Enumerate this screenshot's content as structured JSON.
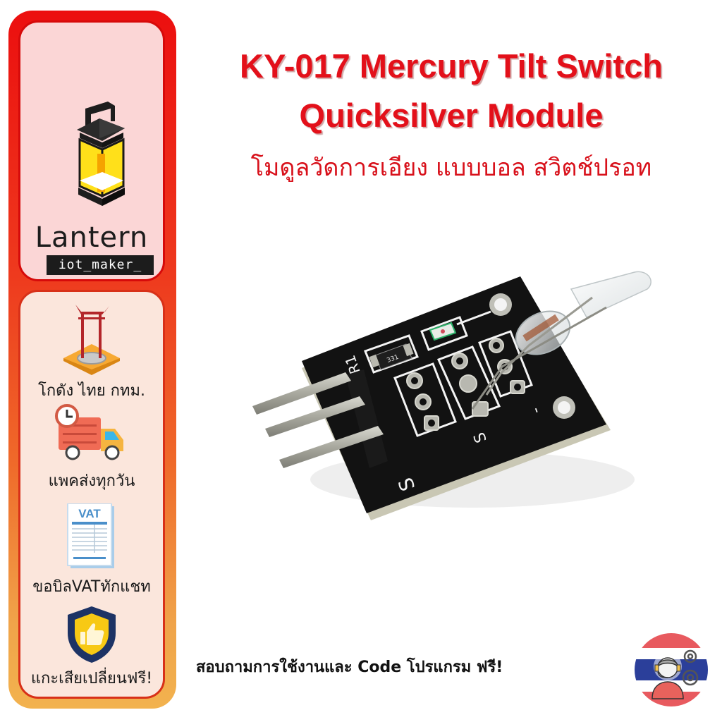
{
  "brand": {
    "name": "Lantern",
    "tagline": "iot_maker_"
  },
  "features": [
    {
      "icon": "giant-swing-warehouse-icon",
      "label": "โกดัง ไทย กทม."
    },
    {
      "icon": "delivery-truck-clock-icon",
      "label": "แพคส่งทุกวัน"
    },
    {
      "icon": "vat-invoice-icon",
      "label": "ขอบิลVATทักแชท"
    },
    {
      "icon": "shield-thumbs-up-icon",
      "label": "แกะเสียเปลี่ยนฟรี!"
    }
  ],
  "product": {
    "title_line1": "KY-017 Mercury Tilt Switch",
    "title_line2": "Quicksilver Module",
    "subtitle_th": "โมดูลวัดการเอียง แบบบอล สวิตช์ปรอท",
    "board_labels": {
      "resistor_ref": "R1",
      "resistor_code": "331",
      "signal_pin": "S",
      "signal_pin_2": "S",
      "minus_pin": "-"
    }
  },
  "footer": {
    "support_text": "สอบถามการใช้งานและ Code โปรแกรม ฟรี!",
    "support_icon": "thai-flag-support-agent-icon"
  },
  "colors": {
    "title_red": "#e3101a",
    "sidebar_top": "#ec0f0f",
    "sidebar_bottom": "#f2b24e",
    "logo_card_bg": "#fbd6d6",
    "features_card_bg": "#fbe6dc",
    "lantern_yellow": "#ffe01a",
    "pcb_black": "#111111"
  }
}
